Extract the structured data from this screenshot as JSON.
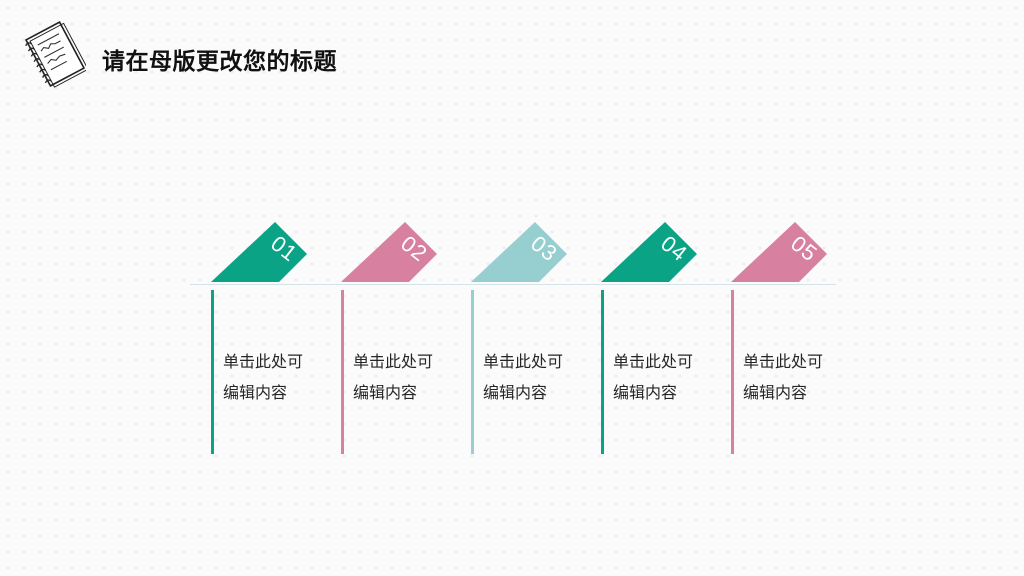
{
  "header": {
    "title": "请在母版更改您的标题",
    "icon": "notebook-icon"
  },
  "colors": {
    "teal": "#0aa386",
    "pink": "#d7809f",
    "light_teal": "#97cfd0",
    "line": "#d4e4e6"
  },
  "steps": [
    {
      "number": "01",
      "text": " 单击此处可\n编辑内容",
      "color": "#0aa386"
    },
    {
      "number": "02",
      "text": " 单击此处可\n编辑内容",
      "color": "#d7809f"
    },
    {
      "number": "03",
      "text": " 单击此处可\n编辑内容",
      "color": "#97cfd0"
    },
    {
      "number": "04",
      "text": " 单击此处可\n编辑内容",
      "color": "#0aa386"
    },
    {
      "number": "05",
      "text": " 单击此处可\n编辑内容",
      "color": "#d7809f"
    }
  ]
}
